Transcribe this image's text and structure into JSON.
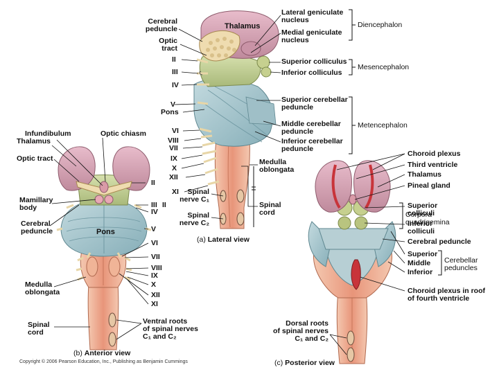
{
  "lateral": {
    "caption_letter": "(a)",
    "caption_text": "Lateral view",
    "labels": {
      "cerebral_peduncle": "Cerebral\npeduncle",
      "optic_tract": "Optic\ntract",
      "thalamus": "Thalamus",
      "cn_II": "II",
      "cn_III": "III",
      "cn_IV": "IV",
      "cn_V": "V",
      "pons": "Pons",
      "cn_VI": "VI",
      "cn_VIII": "VIII",
      "cn_VII": "VII",
      "cn_IX": "IX",
      "cn_X": "X",
      "cn_XII": "XII",
      "cn_XI": "XI",
      "lateral_geniculate": "Lateral geniculate\nnucleus",
      "medial_geniculate": "Medial geniculate\nnucleus",
      "superior_colliculus": "Superior colliculus",
      "inferior_colliculus": "Inferior colliculus",
      "superior_cerebellar": "Superior cerebellar\npeduncle",
      "middle_cerebellar": "Middle cerebellar\npeduncle",
      "inferior_cerebellar": "Inferior cerebellar\npeduncle",
      "medulla": "Medulla\noblongata",
      "spinal_c1": "Spinal\nnerve C₁",
      "spinal_c2": "Spinal\nnerve C₂",
      "spinal_cord": "Spinal\ncord"
    },
    "groups": {
      "diencephalon": "Diencephalon",
      "mesencephalon": "Mesencephalon",
      "metencephalon": "Metencephalon"
    }
  },
  "anterior": {
    "caption_letter": "(b)",
    "caption_text": "Anterior view",
    "labels": {
      "infundibulum": "Infundibulum",
      "thalamus": "Thalamus",
      "optic_chiasm": "Optic chiasm",
      "optic_tract": "Optic tract",
      "cn_II": "II",
      "mamillary": "Mamillary\nbody",
      "cn_III": "III",
      "cn_II_b": "II",
      "cn_IV": "IV",
      "cerebral_peduncle": "Cerebral\npeduncle",
      "pons": "Pons",
      "cn_V": "V",
      "cn_VI": "VI",
      "cn_VII": "VII",
      "cn_VIII": "VIII",
      "cn_IX": "IX",
      "cn_X": "X",
      "cn_XII": "XII",
      "cn_XI": "XI",
      "medulla": "Medulla\noblongata",
      "spinal_cord": "Spinal\ncord",
      "ventral_roots": "Ventral roots\nof spinal nerves\nC₁ and C₂"
    }
  },
  "posterior": {
    "caption_letter": "(c)",
    "caption_text": "Posterior view",
    "labels": {
      "choroid_plexus": "Choroid plexus",
      "third_ventricle": "Third ventricle",
      "thalamus": "Thalamus",
      "pineal": "Pineal gland",
      "superior_colliculi": "Superior\ncolliculi",
      "inferior_colliculi": "Inferior\ncolliculi",
      "cerebral_peduncle": "Cerebral peduncle",
      "superior": "Superior",
      "middle": "Middle",
      "inferior": "Inferior",
      "choroid_roof": "Choroid plexus in roof\nof fourth ventricle",
      "dorsal_roots": "Dorsal roots\nof spinal nerves\nC₁ and C₂"
    },
    "groups": {
      "corpora": "Corpora\nquadrigemina",
      "cerebellar": "Cerebellar\npeduncles"
    }
  },
  "copyright": "Copyright © 2006 Pearson Education, Inc., Publishing as Benjamin Cummings",
  "colors": {
    "thalamus": "#d9a6b6",
    "thalamus_dark": "#b97e92",
    "optic": "#ecd9a8",
    "midbrain": "#c7d49a",
    "pons": "#a8c7cf",
    "pons_dark": "#7fa6b0",
    "medulla": "#e79a78",
    "medulla_light": "#f2c0a6",
    "choroid": "#c8343a"
  }
}
